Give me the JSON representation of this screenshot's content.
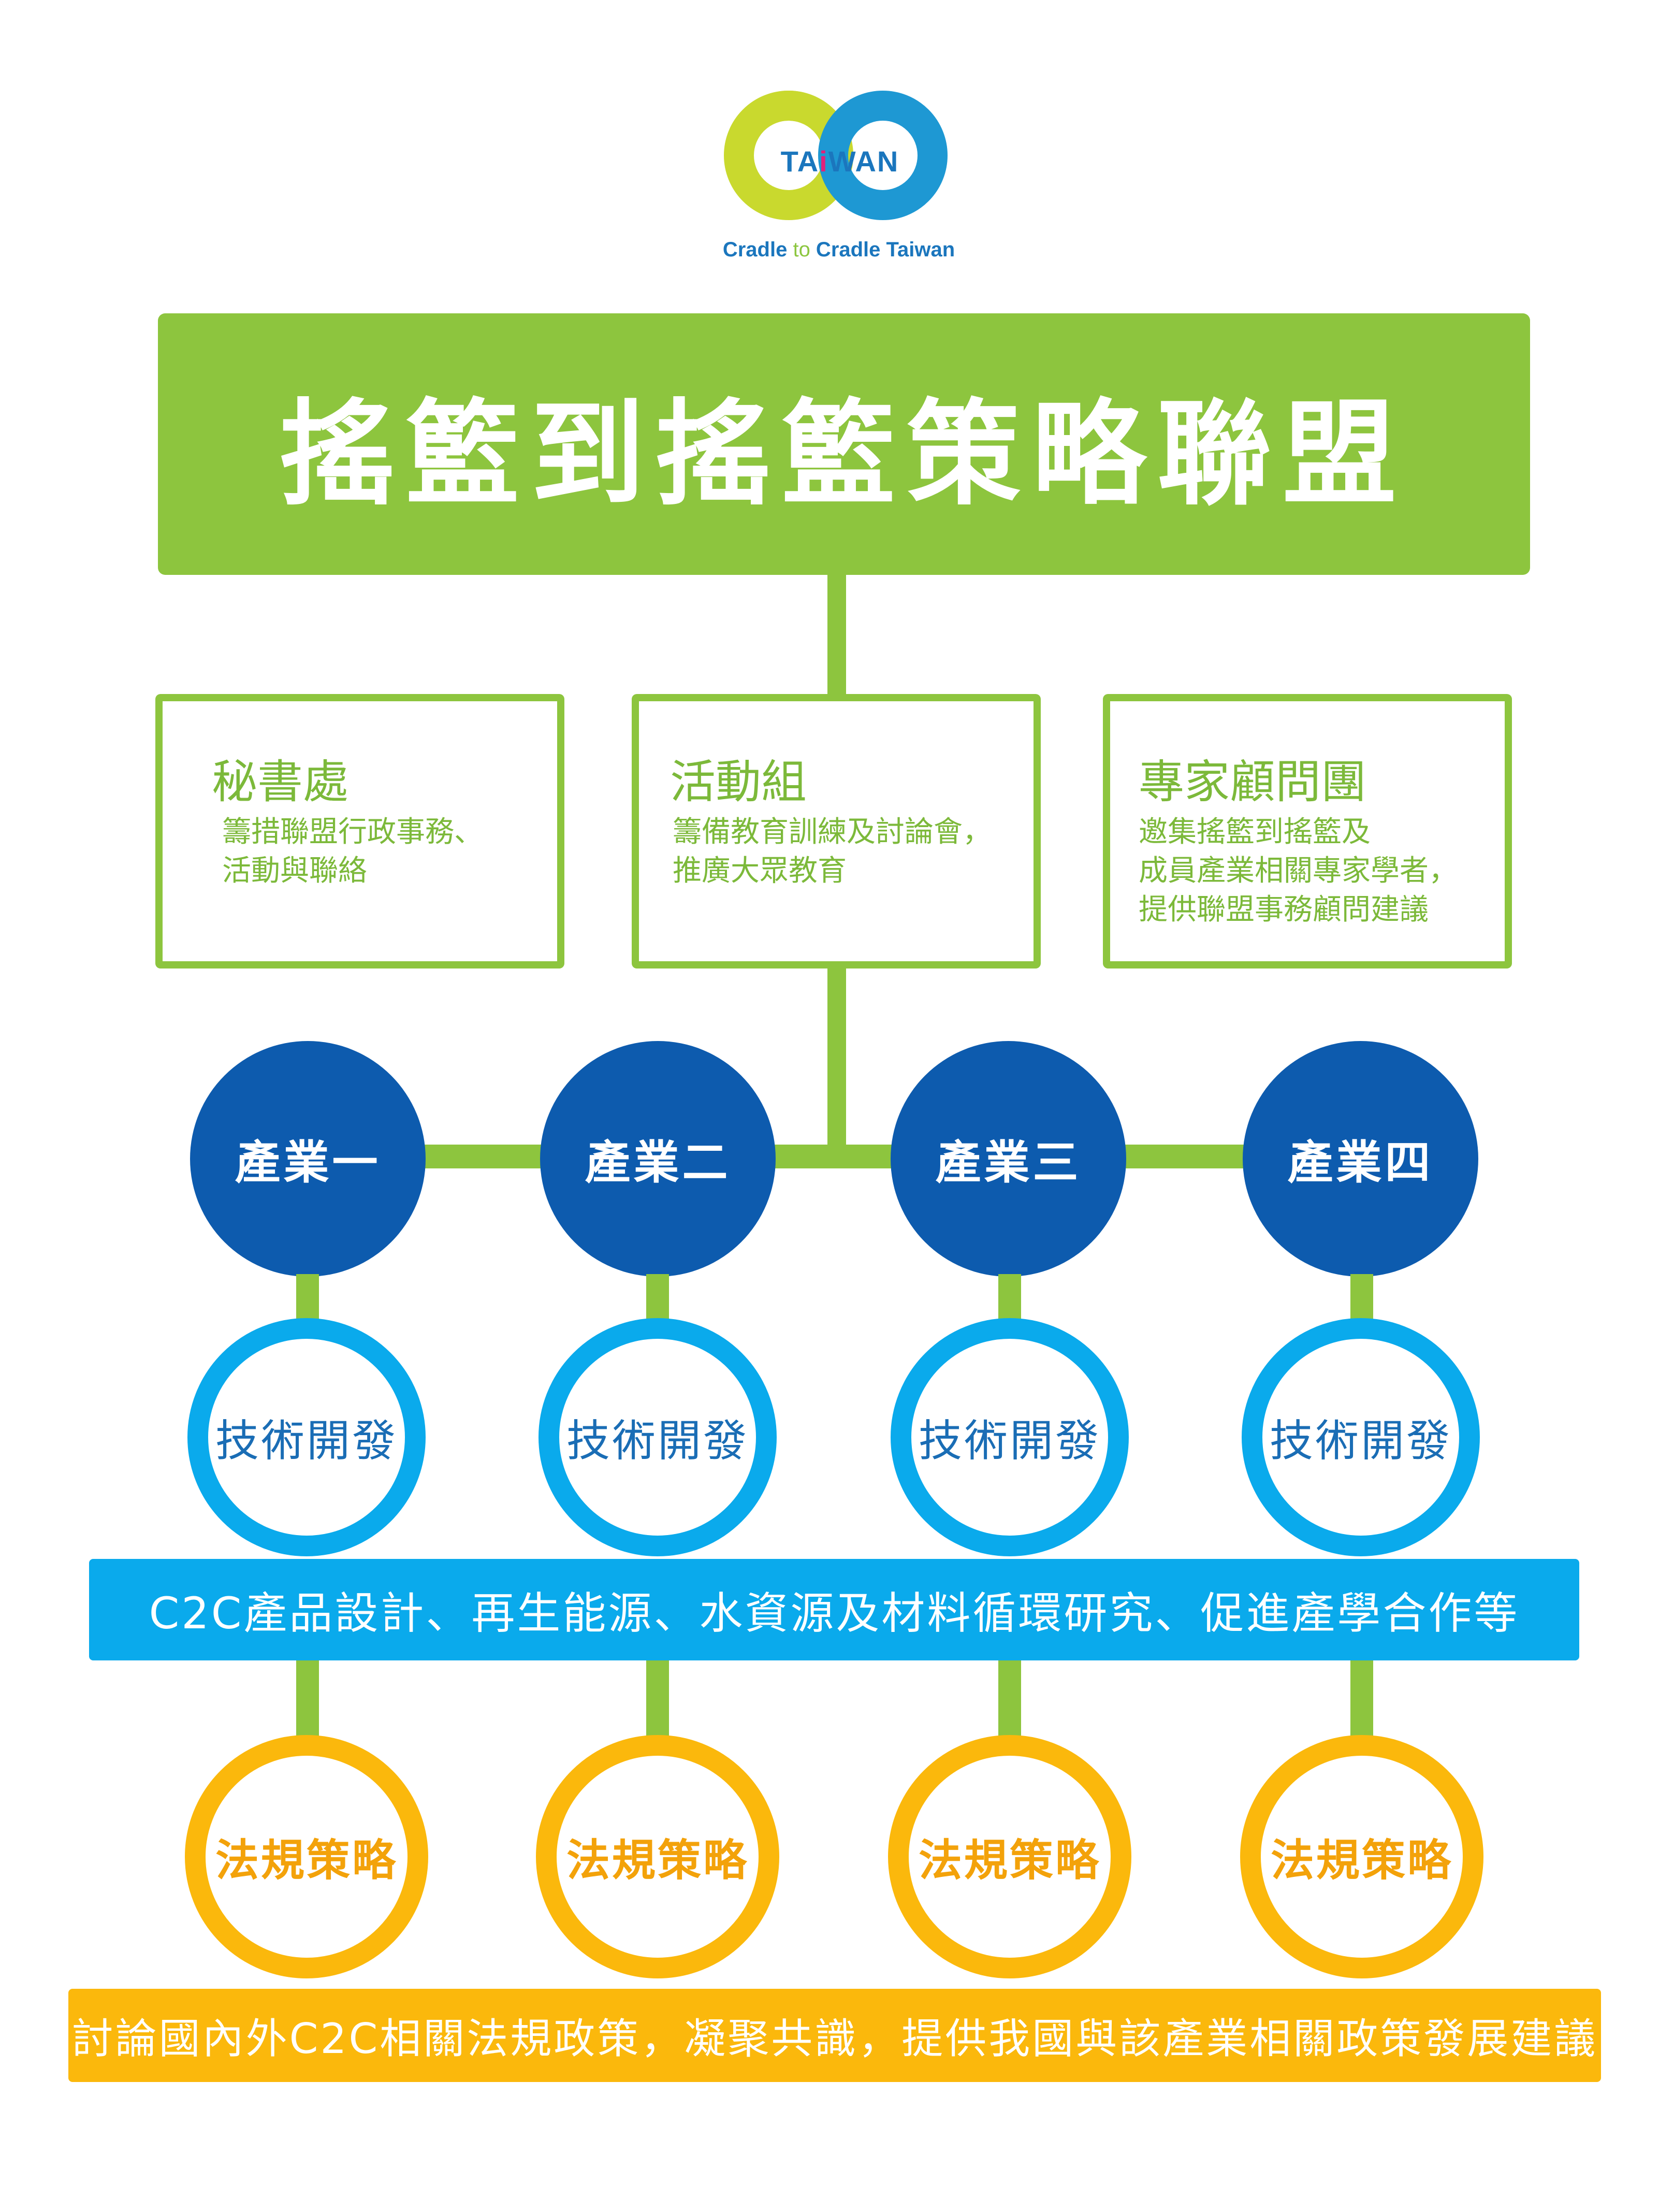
{
  "logo": {
    "word_tai": "TA",
    "word_i": "i",
    "word_wan": "WAN",
    "tag_cradle1": "Cradle ",
    "tag_to": "to",
    "tag_cradle2": " Cradle Taiwan"
  },
  "title": "搖籃到搖籃策略聯盟",
  "divisions": [
    {
      "title": "秘書處",
      "desc_line1": "籌措聯盟行政事務、",
      "desc_line2": "活動與聯絡",
      "desc_line3": ""
    },
    {
      "title": "活動組",
      "desc_line1": "籌備教育訓練及討論會，",
      "desc_line2": "推廣大眾教育",
      "desc_line3": ""
    },
    {
      "title": "專家顧問團",
      "desc_line1": "邀集搖籃到搖籃及",
      "desc_line2": "成員產業相關專家學者，",
      "desc_line3": "提供聯盟事務顧問建議"
    }
  ],
  "industries": [
    "產業一",
    "產業二",
    "產業三",
    "產業四"
  ],
  "tech_label": [
    "技術開發",
    "技術開發",
    "技術開發",
    "技術開發"
  ],
  "tech_bar": "C2C產品設計、再生能源、水資源及材料循環研究、促進產學合作等",
  "reg_label": [
    "法規策略",
    "法規策略",
    "法規策略",
    "法規策略"
  ],
  "reg_bar": "討論國內外C2C相關法規政策，凝聚共識，提供我國與該產業相關政策發展建議",
  "colors": {
    "green": "#8DC53E",
    "navy": "#0D5BAE",
    "cyan": "#0AAAEC",
    "amber": "#FBB80C"
  }
}
